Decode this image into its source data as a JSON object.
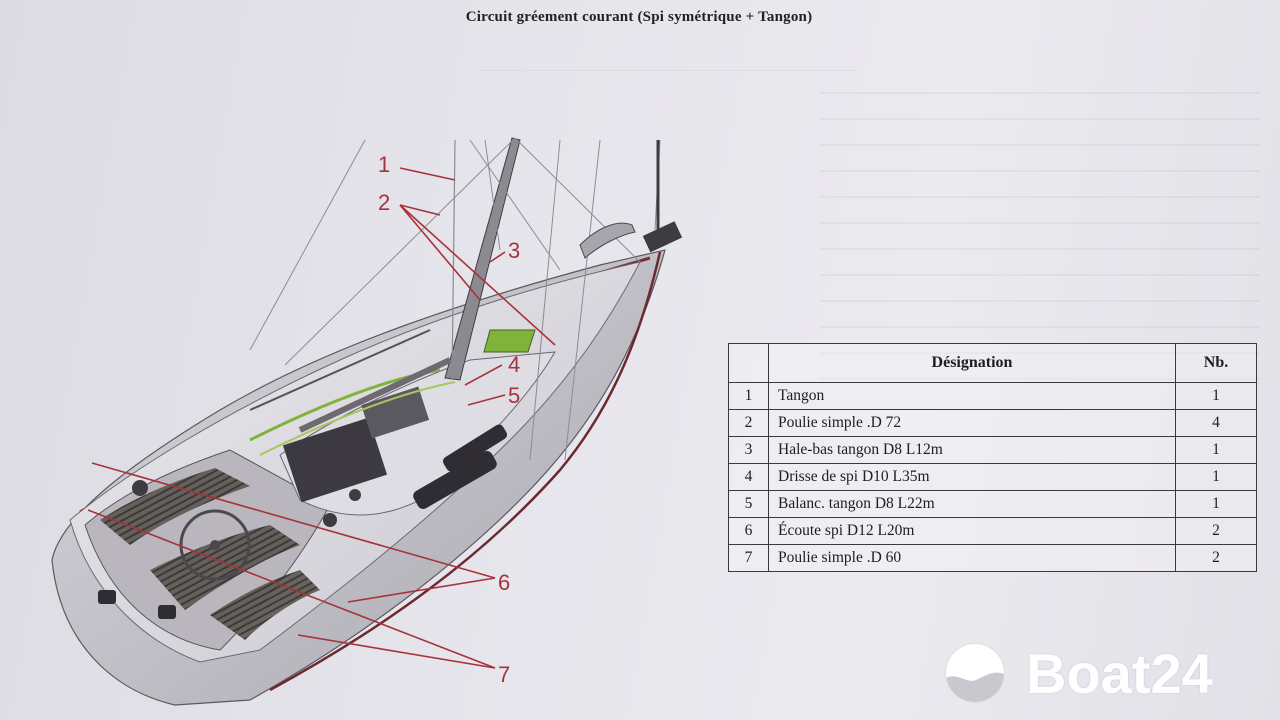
{
  "document": {
    "title": "Circuit gréement courant (Spi symétrique + Tangon)"
  },
  "callouts": [
    "1",
    "2",
    "3",
    "4",
    "5",
    "6",
    "7"
  ],
  "table": {
    "headers": {
      "number": "",
      "designation": "Désignation",
      "quantity": "Nb."
    },
    "rows": [
      {
        "number": "1",
        "designation": "Tangon",
        "quantity": "1"
      },
      {
        "number": "2",
        "designation": "Poulie simple .D 72",
        "quantity": "4"
      },
      {
        "number": "3",
        "designation": "Hale-bas tangon D8 L12m",
        "quantity": "1"
      },
      {
        "number": "4",
        "designation": "Drisse de spi D10 L35m",
        "quantity": "1"
      },
      {
        "number": "5",
        "designation": "Balanc. tangon D8 L22m",
        "quantity": "1"
      },
      {
        "number": "6",
        "designation": "Écoute spi D12 L20m",
        "quantity": "2"
      },
      {
        "number": "7",
        "designation": "Poulie simple .D 60",
        "quantity": "2"
      }
    ]
  },
  "watermark": {
    "brand": "Boat24"
  },
  "colors": {
    "callout": "#a8323a",
    "deck_green": "#7fb33a",
    "hull": "#cfcdd3"
  }
}
